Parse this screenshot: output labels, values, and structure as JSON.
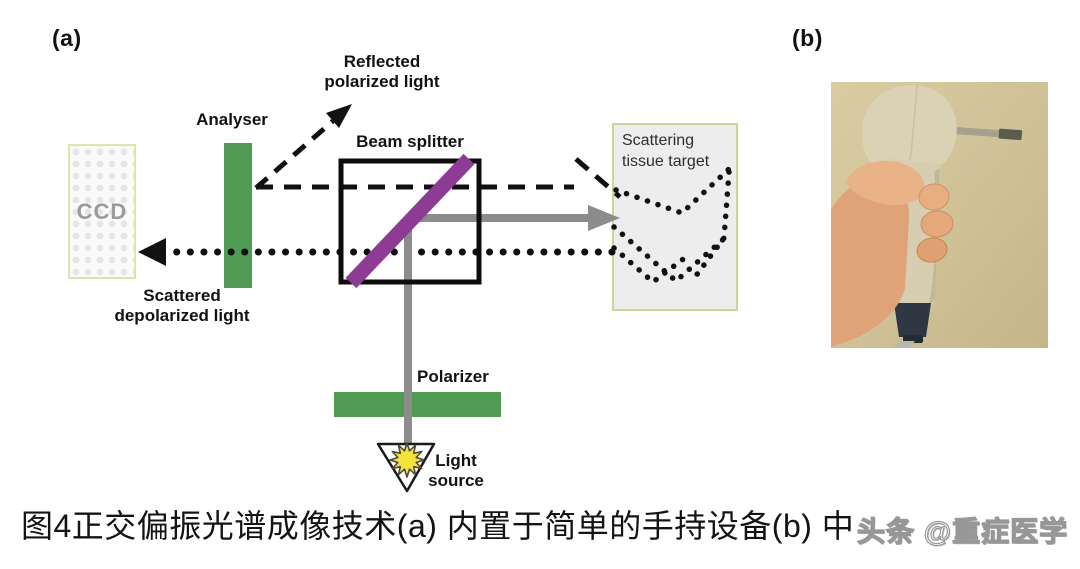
{
  "figure": {
    "panel_a": {
      "label": "(a)",
      "ccd": "CCD",
      "analyser": "Analyser",
      "reflected_light": "Reflected\npolarized light",
      "beam_splitter": "Beam splitter",
      "tissue_target": "Scattering\ntissue target",
      "scattered_light": "Scattered\ndepolarized light",
      "polarizer": "Polarizer",
      "light_source": "Light\nsource"
    },
    "panel_b": {
      "label": "(b)",
      "photo_description": "hand holding a handheld imaging probe with metal rod tip"
    },
    "caption": "图4正交偏振光谱成像技术(a) 内置于简单的手持设备(b) 中",
    "watermark": "头条 @重症医学",
    "colors": {
      "filter_green": "#4f9b54",
      "mirror_purple": "#8e3b95",
      "beam_gray": "#8c8c8c",
      "line_black": "#111111",
      "ccd_border": "#dde4ac",
      "ccd_text_gray": "#9b9b9b",
      "tissue_fill": "#ededed",
      "tissue_border": "#c9d795",
      "starburst_yellow": "#f3e43c",
      "photo_wall_tan": "#cfc196"
    }
  }
}
